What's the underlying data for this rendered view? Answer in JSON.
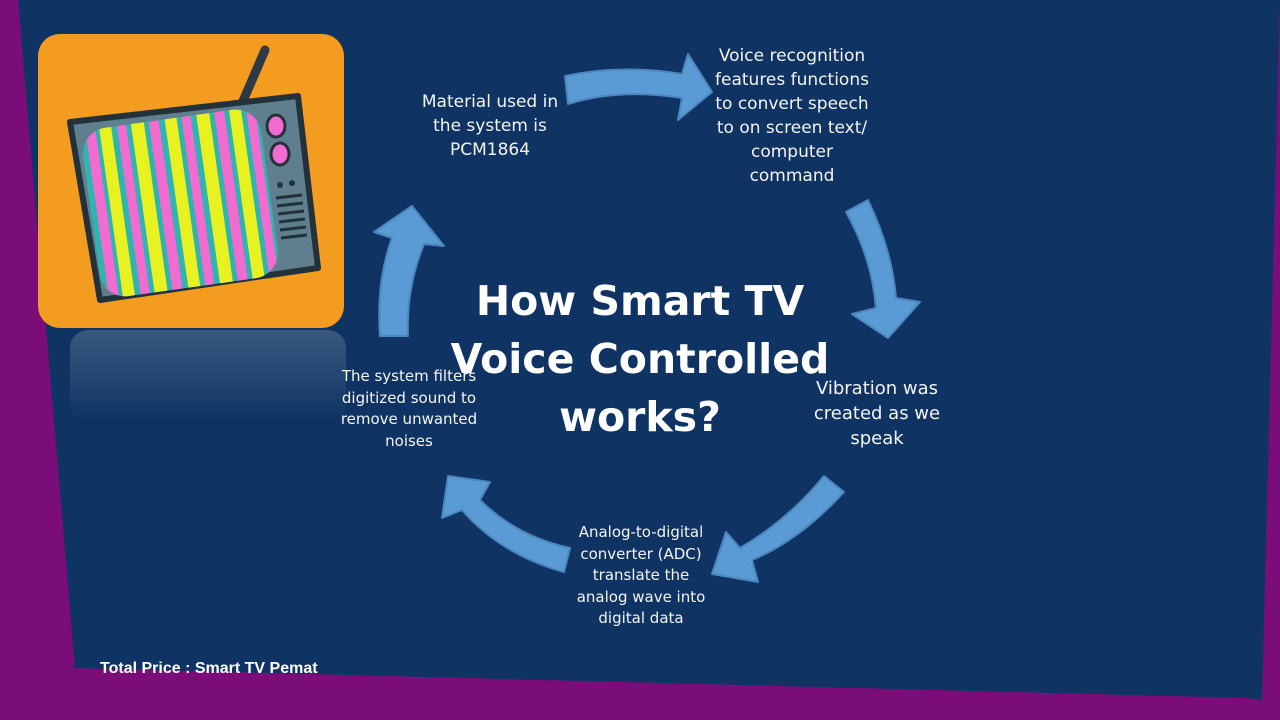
{
  "slide": {
    "title": "How Smart TV Voice Controlled works?",
    "footer_caption": "Total Price : Smart TV Pemat"
  },
  "cycle": {
    "steps": [
      {
        "label": "Material used in the system is PCM1864"
      },
      {
        "label": "Voice recognition features functions to convert speech to on screen text/ computer command"
      },
      {
        "label": "Vibration was created as we speak"
      },
      {
        "label": "Analog-to-digital converter (ADC) translate the analog wave into digital data"
      },
      {
        "label": "The system filters digitized sound to remove unwanted noises"
      }
    ]
  },
  "illustration": {
    "icon": "retro-tv-icon",
    "tile_color": "#f39c1f"
  },
  "colors": {
    "background": "#7a0d78",
    "panel": "#0f3463",
    "arrow": "#5b9bd5",
    "text": "#f4f4f4"
  }
}
